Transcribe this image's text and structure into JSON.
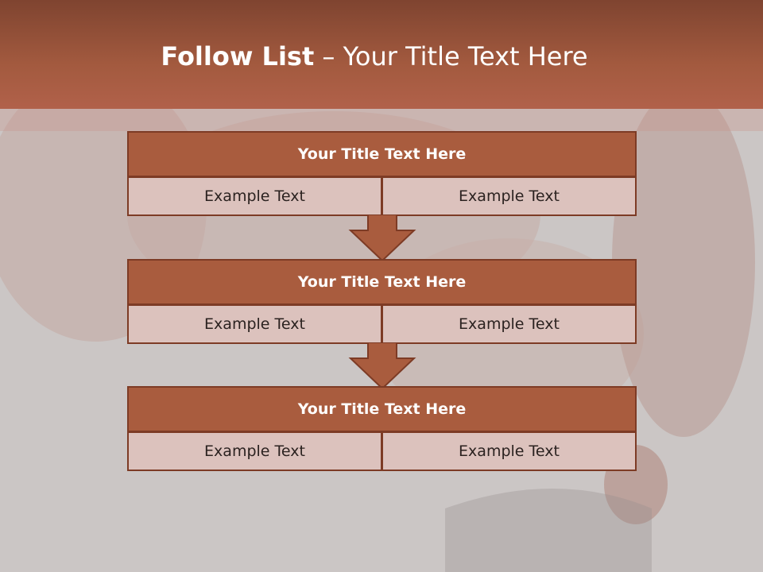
{
  "title": {
    "bold": "Follow List",
    "rest": " – Your Title Text Here"
  },
  "blocks": [
    {
      "title": "Your Title Text Here",
      "left": "Example Text",
      "right": "Example Text"
    },
    {
      "title": "Your Title Text Here",
      "left": "Example Text",
      "right": "Example Text"
    },
    {
      "title": "Your Title Text Here",
      "left": "Example Text",
      "right": "Example Text"
    }
  ],
  "colors": {
    "accent": "#a95c3e",
    "border": "#7d3b25",
    "cell": "#dcc2bd"
  },
  "icons": [
    "down-arrow-icon",
    "down-arrow-icon"
  ]
}
